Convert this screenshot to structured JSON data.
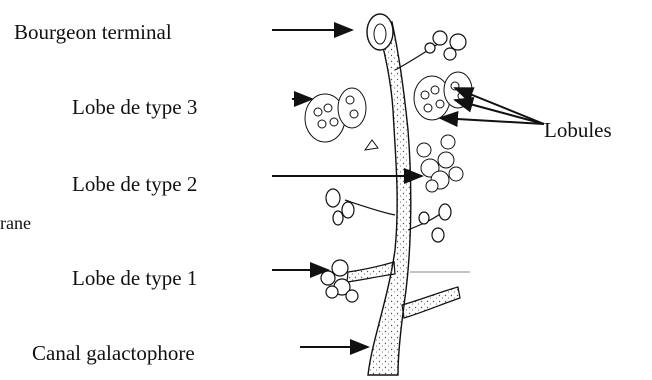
{
  "labels": {
    "bourgeon": "Bourgeon terminal",
    "lobe3": "Lobe de type 3",
    "lobe2": "Lobe de type 2",
    "lobe1": "Lobe de type 1",
    "canal": "Canal galactophore",
    "lobules": "Lobules",
    "cropped": "rane"
  },
  "colors": {
    "ink": "#111111",
    "stipple": "#555555",
    "background": "#ffffff"
  }
}
